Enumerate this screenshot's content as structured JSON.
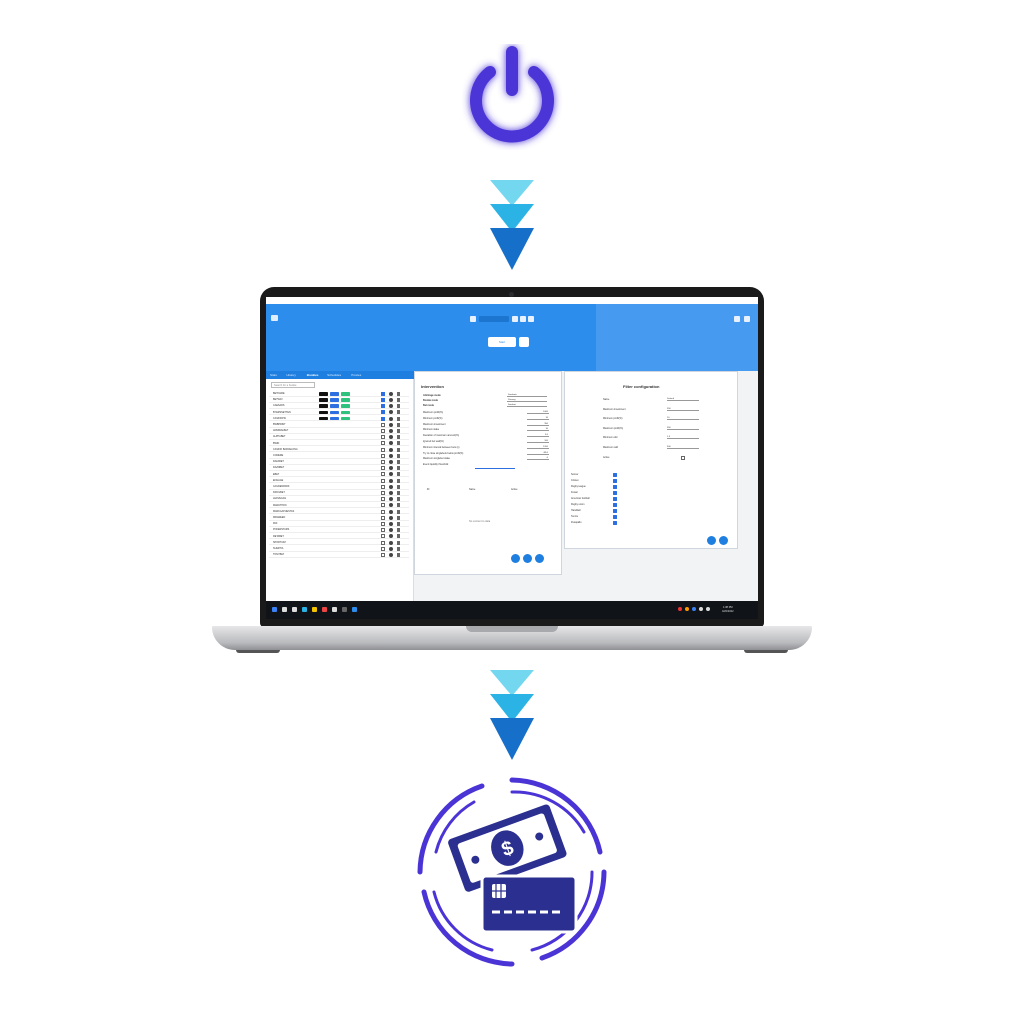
{
  "colors": {
    "power": "#4b34d6",
    "arrow_top": "#74d7f0",
    "arrow_mid": "#2bb3e6",
    "arrow_bottom": "#1670c9",
    "app_header": "#2d8ded",
    "payment_icon": "#2b2f8f"
  },
  "icons": {
    "power": "power-icon",
    "payment": "money-and-card-icon"
  },
  "screen": {
    "window_title": "",
    "app_name": "",
    "search_placeholder": "",
    "start_label": "Start",
    "sidebar_tabs": [
      "Stats",
      "History",
      "Bookies",
      "Schedules",
      "Proxies"
    ],
    "sidebar_active_tab": "Bookies",
    "bookies_search_placeholder": "Search for a bookie",
    "bookies": [
      "BETFAIRE",
      "BETWAY",
      "CAESARS",
      "BYERSNETTEN",
      "CASINOPIC",
      "BWBPRINT",
      "ADMIRALBET",
      "ALPHABET",
      "BWIN",
      "CASINO BARCELONA",
      "CODERE",
      "DAFABET",
      "DAZNBET",
      "EBET",
      "ENGAGE",
      "GOLDENPARK",
      "KIROLBET",
      "LEOVEGAS",
      "MARATHON",
      "MARCAAPUESTAS",
      "MRGREEN",
      "PAF",
      "POKERSTARS",
      "RETABET",
      "SPORTIUM",
      "SUERTIA",
      "TONYBET"
    ],
    "bookies_checked": [
      true,
      true,
      true,
      true,
      true,
      false,
      false,
      false,
      false,
      false,
      false,
      false,
      false,
      false,
      false,
      false,
      false,
      false,
      false,
      false,
      false,
      false,
      false,
      false,
      false,
      false,
      false
    ],
    "intervention_panel": {
      "title": "Intervention",
      "modes": [
        "Arbitrage mode",
        "Bookie mode",
        "Bet mode"
      ],
      "mode_values": [
        "Surebets",
        "Primary",
        "Surebet"
      ],
      "fields": [
        "Maximum profit(%)",
        "Minimum profit(%)",
        "Maximum investment",
        "Minimum stake",
        "Deviation of maximum amount(%)",
        "Ignored bet wait(%)",
        "Minimum interval between bets (s)",
        "Try to close singlebets below profit(%)",
        "Maximum singlebet stake",
        "Event liquidity threshold"
      ],
      "field_values": [
        "1000",
        "10",
        "350",
        "10",
        "3.0",
        "100",
        "1200",
        "-99.0",
        "0",
        ""
      ],
      "table_headers": [
        "ID",
        "Name",
        "Active"
      ],
      "empty_text": "No content to data"
    },
    "filter_panel": {
      "title": "Filter configuration",
      "fields": [
        "Name",
        "Maximum investment",
        "Minimum profit(%)",
        "Maximum profit(%)",
        "Minimum odd",
        "Maximum odd",
        "Active"
      ],
      "values": [
        "Default",
        "350",
        "10",
        "350",
        "1.5",
        "300",
        ""
      ],
      "sports": [
        "Soccer",
        "Cricket",
        "Rugby league",
        "Futsal",
        "American football",
        "Rugby union",
        "Handball",
        "Tennis",
        "Pesapallo"
      ]
    },
    "clock": {
      "time": "1:38 PM",
      "date": "4/20/2022"
    }
  }
}
